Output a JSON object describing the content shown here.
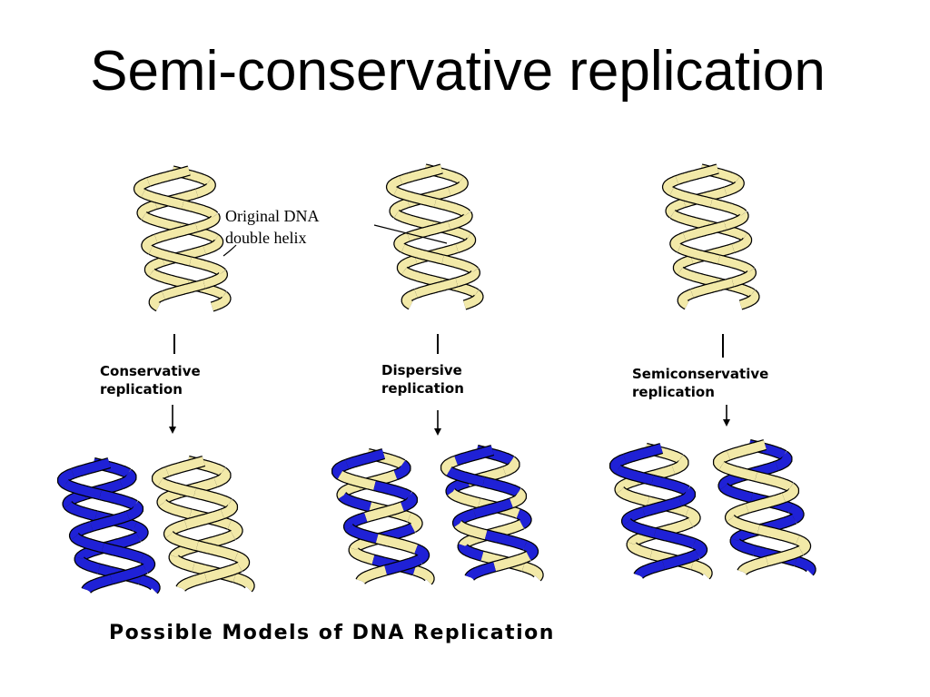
{
  "slide": {
    "title": "Semi-conservative replication"
  },
  "diagram": {
    "callout": {
      "line1": "Original DNA",
      "line2": "double helix"
    },
    "models": [
      {
        "label_line1": "Conservative",
        "label_line2": "replication"
      },
      {
        "label_line1": "Dispersive",
        "label_line2": "replication"
      },
      {
        "label_line1": "Semiconservative",
        "label_line2": "replication"
      }
    ],
    "caption": "Possible Models of DNA Replication",
    "colors": {
      "original_strand": "#f2e9a8",
      "new_strand": "#1f21d6",
      "outline": "#000000"
    }
  }
}
